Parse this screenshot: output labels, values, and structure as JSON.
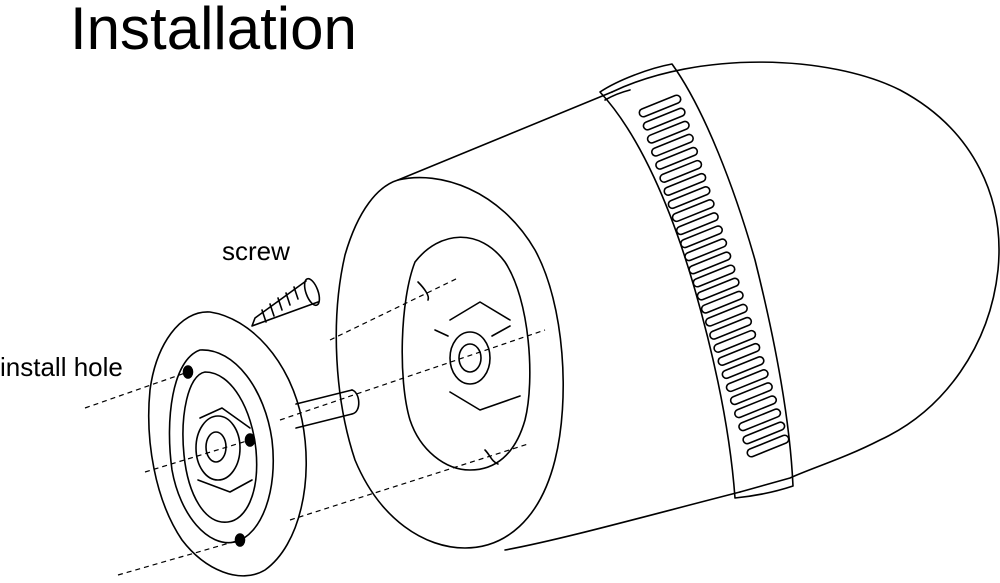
{
  "title": "Installation",
  "labels": {
    "screw": "screw",
    "install_hole": "install hole"
  },
  "colors": {
    "line": "#000000",
    "background": "#ffffff"
  }
}
